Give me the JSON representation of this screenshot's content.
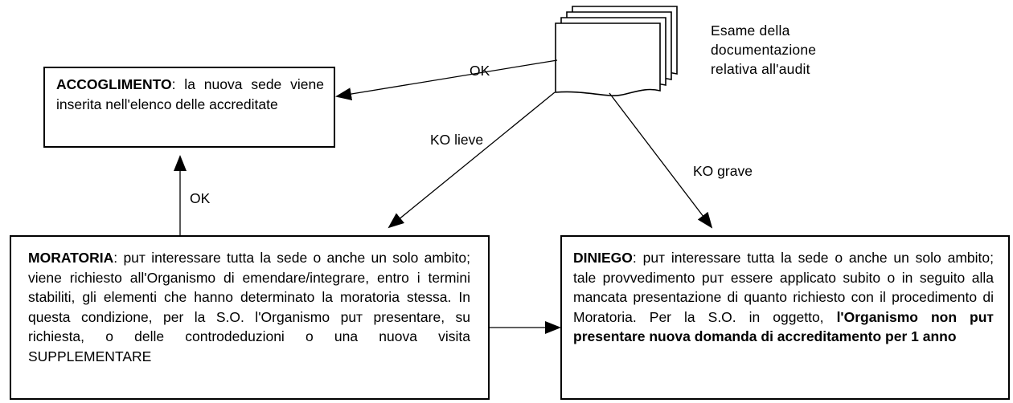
{
  "document": {
    "caption_lines": [
      "Esame della",
      "documentazione",
      "relativa all'audit"
    ]
  },
  "accoglimento": {
    "title": "ACCOGLIMENTO",
    "text": ": la nuova sede viene inserita nell'elenco delle accreditate"
  },
  "moratoria": {
    "title": "MORATORIA",
    "text": ": puт interessare tutta la sede o anche un solo ambito; viene richiesto all'Organismo di emendare/integrare, entro i termini stabiliti, gli elementi che hanno determinato la moratoria stessa. In questa condizione, per la S.O. l'Organismo puт presentare, su richiesta, o delle controdeduzioni o una nuova visita SUPPLEMENTARE"
  },
  "diniego": {
    "title": "DINIEGO",
    "text": ": puт interessare tutta la sede o anche un solo ambito; tale provvedimento puт essere applicato subito o in seguito alla mancata presentazione di quanto richiesto con il procedimento di Moratoria. Per la S.O. in oggetto, ",
    "bold_text": "l'Organismo non puт presentare nuova domanda di accreditamento per 1 anno"
  },
  "edges": {
    "ok_top": "OK",
    "ko_lieve": "KO lieve",
    "ko_grave": "KO grave",
    "ok_left": "OK"
  }
}
